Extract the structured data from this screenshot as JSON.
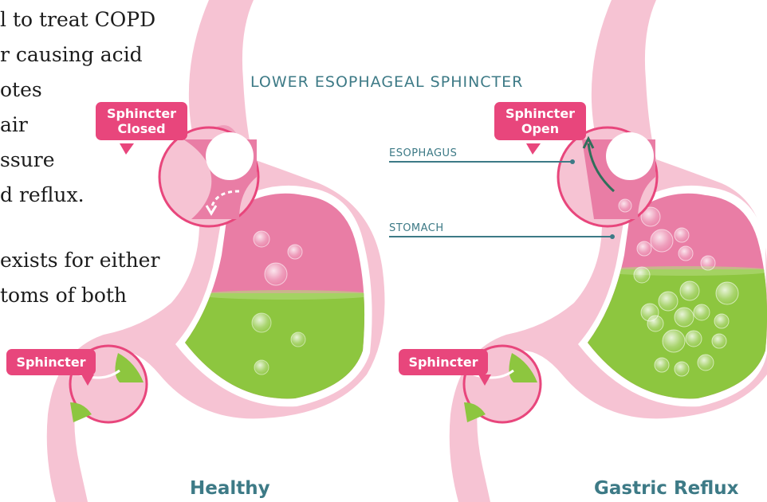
{
  "paragraph_lines": [
    "l to treat COPD",
    "r causing acid",
    "otes",
    "air",
    "ssure",
    "d reflux.",
    "",
    "exists for either",
    "toms of both",
    ""
  ],
  "diagram_title": "LOWER ESOPHAGEAL SPHINCTER",
  "labels": {
    "esophagus": "ESOPHAGUS",
    "stomach": "STOMACH"
  },
  "healthy": {
    "caption": "Healthy",
    "upper_tag_line1": "Sphincter",
    "upper_tag_line2": "Closed",
    "lower_tag": "Sphincter"
  },
  "reflux": {
    "caption": "Gastric Reflux",
    "upper_tag_line1": "Sphincter",
    "upper_tag_line2": "Open",
    "lower_tag": "Sphincter"
  },
  "colors": {
    "stomach_pink": "#f6c3d3",
    "inner_pink": "#e97da5",
    "acid_green": "#8dc63f",
    "tag_pink": "#e8467c",
    "label_teal": "#3d7a86"
  }
}
